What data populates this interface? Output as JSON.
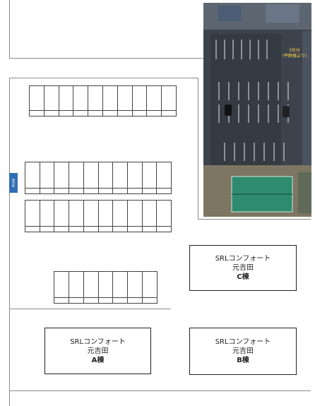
{
  "buildings": [
    {
      "id": "C",
      "name": "SRLコンフォート",
      "area": "元吉田",
      "unit": "C棟"
    },
    {
      "id": "A",
      "name": "SRLコンフォート",
      "area": "元吉田",
      "unit": "A棟"
    },
    {
      "id": "B",
      "name": "SRLコンフォート",
      "area": "元吉田",
      "unit": "B棟"
    }
  ],
  "parking_rows": [
    {
      "spaces": 10
    },
    {
      "spaces": 10
    },
    {
      "spaces": 10
    },
    {
      "spaces": 7
    }
  ],
  "aerial_photo": {
    "label_line1": "3台分",
    "label_line2": "(平野様より)"
  },
  "entrance_sign": {
    "label": "案内板"
  },
  "colors": {
    "building_roof": "#2e8b6e",
    "asphalt": "#3a4048",
    "entrance": "#2f6fb3"
  }
}
